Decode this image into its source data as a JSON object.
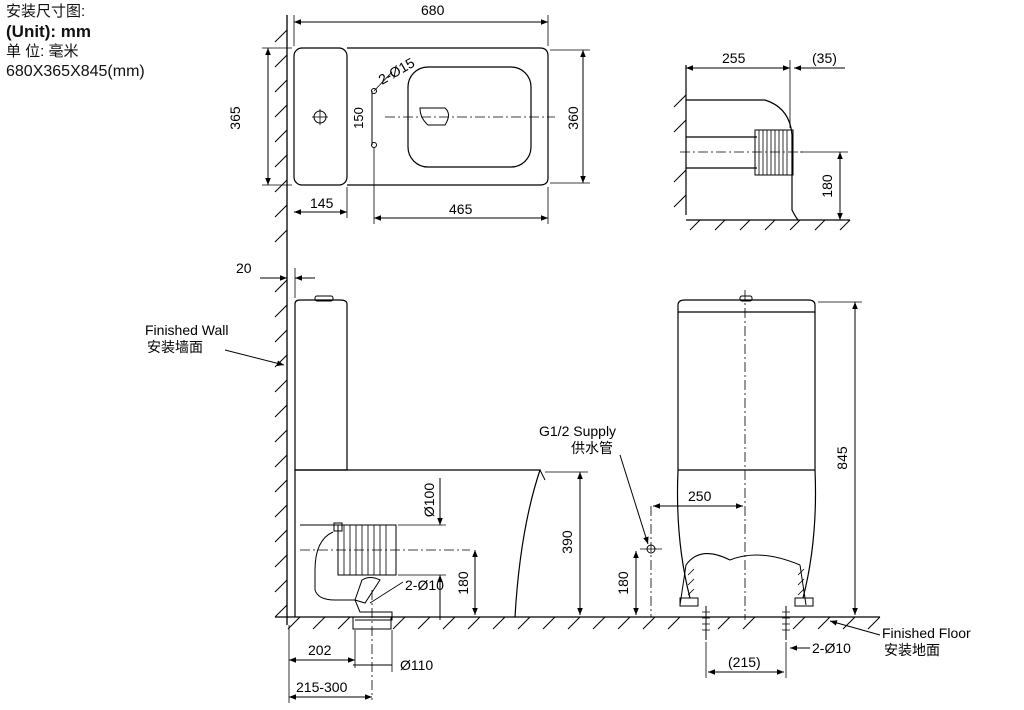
{
  "header": {
    "title_cn": "安装尺寸图:",
    "unit_en": "(Unit): mm",
    "unit_cn": "单 位: 毫米",
    "overall": "680X365X845(mm)"
  },
  "top_view": {
    "width": "680",
    "depth": "365",
    "bowl_depth": "360",
    "tank_depth": "145",
    "bowl_length": "465",
    "hole_spacing": "150",
    "holes": "2-Ø15"
  },
  "side_detail": {
    "wall_offset": "255",
    "outlet_len": "(35)",
    "outlet_height": "180"
  },
  "side_view": {
    "wall_gap": "20",
    "finished_wall_en": "Finished Wall",
    "finished_wall_cn": "安装墙面",
    "pipe_dia": "Ø100",
    "bowl_height": "390",
    "outlet_height": "180",
    "bolt_holes": "2-Ø10",
    "tank_offset": "202",
    "outlet_dia": "Ø110",
    "rough_in": "215-300"
  },
  "front_view": {
    "supply_en": "G1/2 Supply",
    "supply_cn": "供水管",
    "supply_offset": "250",
    "supply_height": "180",
    "total_height": "845",
    "bolt_spacing": "(215)",
    "bolt_holes": "2-Ø10",
    "finished_floor_en": "Finished Floor",
    "finished_floor_cn": "安装地面"
  }
}
